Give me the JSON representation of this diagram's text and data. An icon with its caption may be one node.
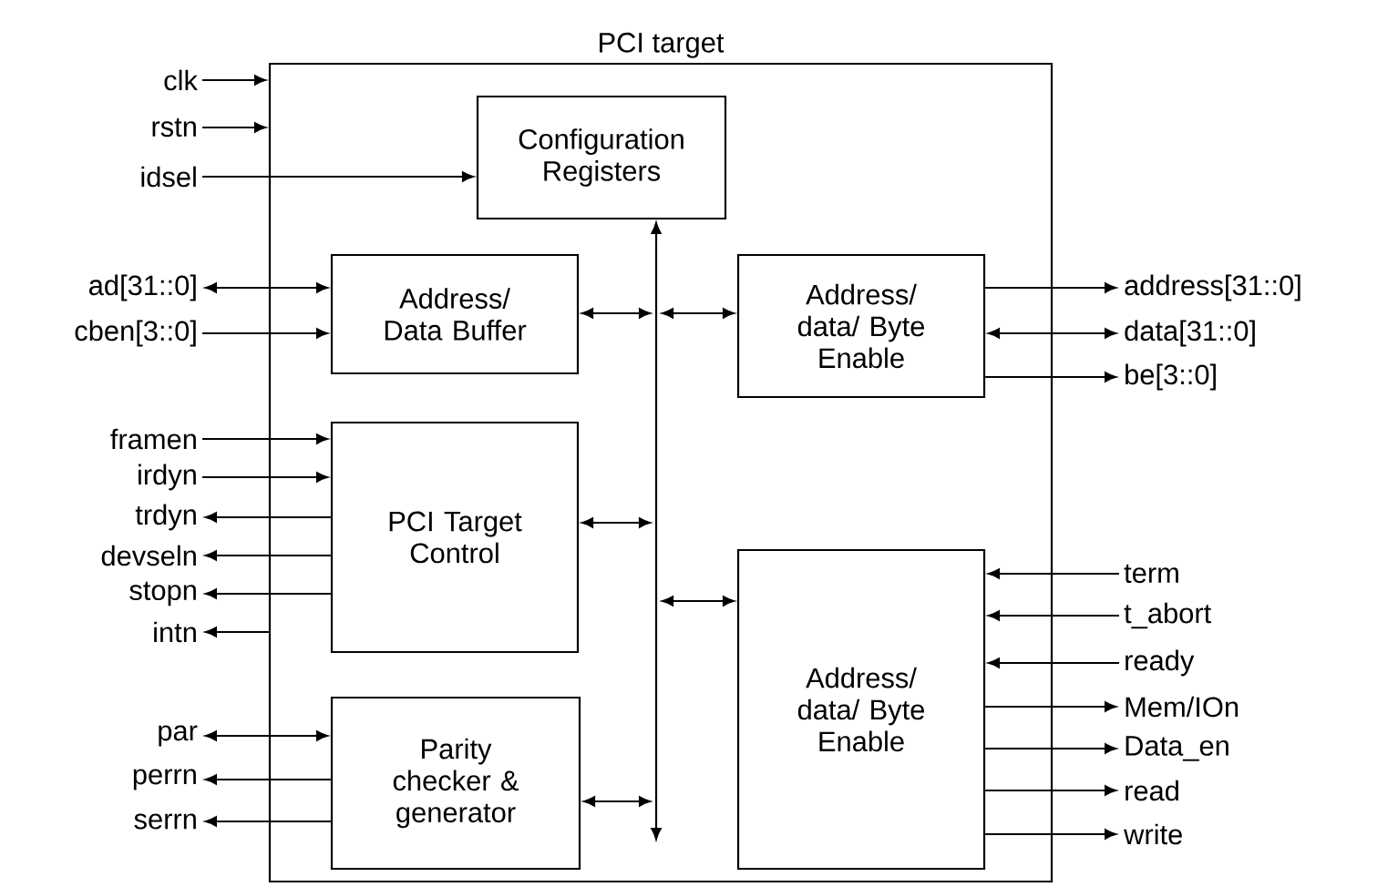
{
  "diagram": {
    "nodes": [
      {
        "text": [
          "PCI target"
        ]
      },
      {
        "text": [
          "Configuration Registers"
        ],
        "in": 0
      },
      {
        "text": [
          "Address/ Data Buffer"
        ],
        "in": 0
      },
      {
        "text": [
          "Address/ data/ Byte Enable"
        ],
        "in": 0
      },
      {
        "text": [
          "PCI Target Control"
        ],
        "in": 0
      },
      {
        "text": [
          "Parity checker & generator"
        ],
        "in": 0
      },
      {
        "text": [
          "Address/ data/ Byte Enable"
        ],
        "in": 0
      },
      {
        "text": [
          "clk"
        ]
      },
      {
        "text": [
          "rstn"
        ]
      },
      {
        "text": [
          "idsel"
        ]
      },
      {
        "text": [
          "ad[31::0]"
        ]
      },
      {
        "text": [
          "cben[3::0]"
        ]
      },
      {
        "text": [
          "framen"
        ]
      },
      {
        "text": [
          "irdyn"
        ]
      },
      {
        "text": [
          "trdyn"
        ]
      },
      {
        "text": [
          "devseln"
        ]
      },
      {
        "text": [
          "stopn"
        ]
      },
      {
        "text": [
          "intn"
        ]
      },
      {
        "text": [
          "par"
        ]
      },
      {
        "text": [
          "perrn"
        ]
      },
      {
        "text": [
          "serrn"
        ]
      },
      {
        "text": [
          "address[31::0]"
        ]
      },
      {
        "text": [
          "data[31::0]"
        ]
      },
      {
        "text": [
          "be[3::0]"
        ]
      },
      {
        "text": [
          "term"
        ]
      },
      {
        "text": [
          "t_abort"
        ]
      },
      {
        "text": [
          "ready"
        ]
      },
      {
        "text": [
          "Mem/IOn"
        ]
      },
      {
        "text": [
          "Data_en"
        ]
      },
      {
        "text": [
          "read"
        ]
      },
      {
        "text": [
          "write"
        ]
      },
      {
        "text": [],
        "shape": "bar",
        "in": 0
      }
    ],
    "edges": [
      {
        "from": 7,
        "to": 0,
        "arrow": "to"
      },
      {
        "from": 8,
        "to": 0,
        "arrow": "to"
      },
      {
        "from": 9,
        "to": 1,
        "arrow": "to"
      },
      {
        "from": 10,
        "to": 2,
        "arrow": "both"
      },
      {
        "from": 11,
        "to": 2,
        "arrow": "to"
      },
      {
        "from": 12,
        "to": 4,
        "arrow": "to"
      },
      {
        "from": 13,
        "to": 4,
        "arrow": "to"
      },
      {
        "from": 4,
        "to": 14,
        "arrow": "to"
      },
      {
        "from": 4,
        "to": 15,
        "arrow": "to"
      },
      {
        "from": 4,
        "to": 16,
        "arrow": "to"
      },
      {
        "from": 0,
        "to": 17,
        "arrow": "to"
      },
      {
        "from": 18,
        "to": 5,
        "arrow": "both"
      },
      {
        "from": 5,
        "to": 19,
        "arrow": "to"
      },
      {
        "from": 5,
        "to": 20,
        "arrow": "to"
      },
      {
        "from": 3,
        "to": 21,
        "arrow": "to"
      },
      {
        "from": 22,
        "to": 3,
        "arrow": "both"
      },
      {
        "from": 3,
        "to": 23,
        "arrow": "to"
      },
      {
        "from": 24,
        "to": 6,
        "arrow": "to"
      },
      {
        "from": 25,
        "to": 6,
        "arrow": "to"
      },
      {
        "from": 26,
        "to": 6,
        "arrow": "to"
      },
      {
        "from": 6,
        "to": 27,
        "arrow": "to"
      },
      {
        "from": 6,
        "to": 28,
        "arrow": "to"
      },
      {
        "from": 6,
        "to": 29,
        "arrow": "to"
      },
      {
        "from": 6,
        "to": 30,
        "arrow": "to"
      },
      {
        "from": 31,
        "to": 1,
        "arrow": "to"
      },
      {
        "from": 2,
        "to": 31,
        "arrow": "both"
      },
      {
        "from": 31,
        "to": 3,
        "arrow": "both"
      },
      {
        "from": 4,
        "to": 31,
        "arrow": "both"
      },
      {
        "from": 31,
        "to": 6,
        "arrow": "both"
      },
      {
        "from": 5,
        "to": 31,
        "arrow": "both"
      }
    ]
  }
}
